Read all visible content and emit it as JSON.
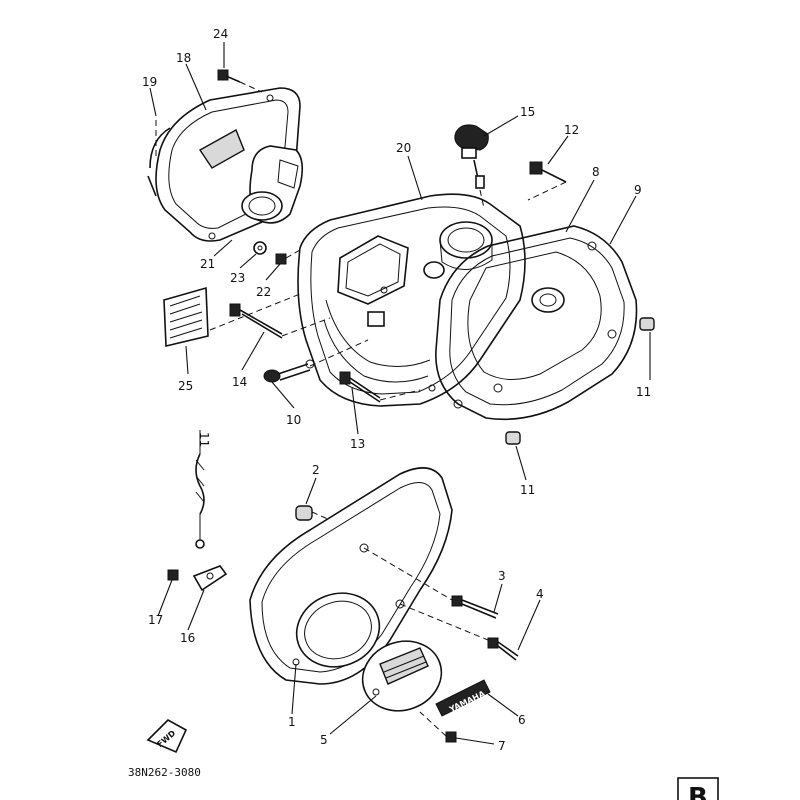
{
  "drawing_code": "38N262-3080",
  "page_letter": "B",
  "emblem_text": "YAMAHA",
  "fwd_text": "FWD",
  "callouts": {
    "c1": "1",
    "c2": "2",
    "c3": "3",
    "c4": "4",
    "c5": "5",
    "c6": "6",
    "c7": "7",
    "c8": "8",
    "c9": "9",
    "c10": "10",
    "c11a": "11",
    "c11b": "11",
    "c11c": "11",
    "c12": "12",
    "c13": "13",
    "c14": "14",
    "c15": "15",
    "c16": "16",
    "c17": "17",
    "c18": "18",
    "c19": "19",
    "c20": "20",
    "c21": "21",
    "c22": "22",
    "c23": "23",
    "c24": "24",
    "c25": "25"
  }
}
